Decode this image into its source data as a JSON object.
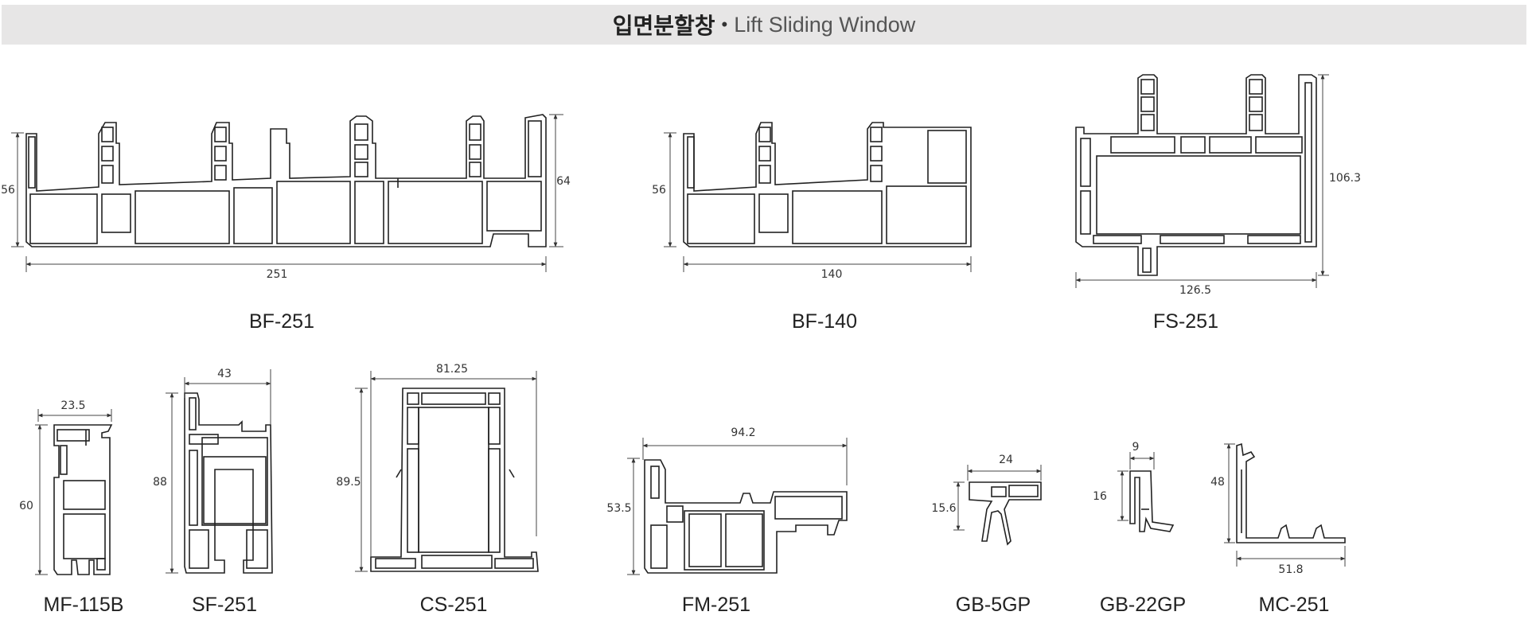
{
  "header": {
    "title_ko": "입면분할창",
    "bullet": "•",
    "title_en": "Lift Sliding Window"
  },
  "profiles": {
    "bf251": {
      "name": "BF-251",
      "height": "56",
      "height2": "64",
      "width": "251"
    },
    "bf140": {
      "name": "BF-140",
      "height": "56",
      "width": "140"
    },
    "fs251": {
      "name": "FS-251",
      "height": "106.3",
      "width": "126.5"
    },
    "mf115b": {
      "name": "MF-115B",
      "height": "60",
      "width": "23.5"
    },
    "sf251": {
      "name": "SF-251",
      "height": "88",
      "width": "43"
    },
    "cs251": {
      "name": "CS-251",
      "height": "89.5",
      "width": "81.25"
    },
    "fm251": {
      "name": "FM-251",
      "height": "53.5",
      "width": "94.2"
    },
    "gb5gp": {
      "name": "GB-5GP",
      "height": "15.6",
      "width": "24"
    },
    "gb22gp": {
      "name": "GB-22GP",
      "height": "16",
      "width": "9"
    },
    "mc251": {
      "name": "MC-251",
      "height": "48",
      "width": "51.8"
    }
  }
}
